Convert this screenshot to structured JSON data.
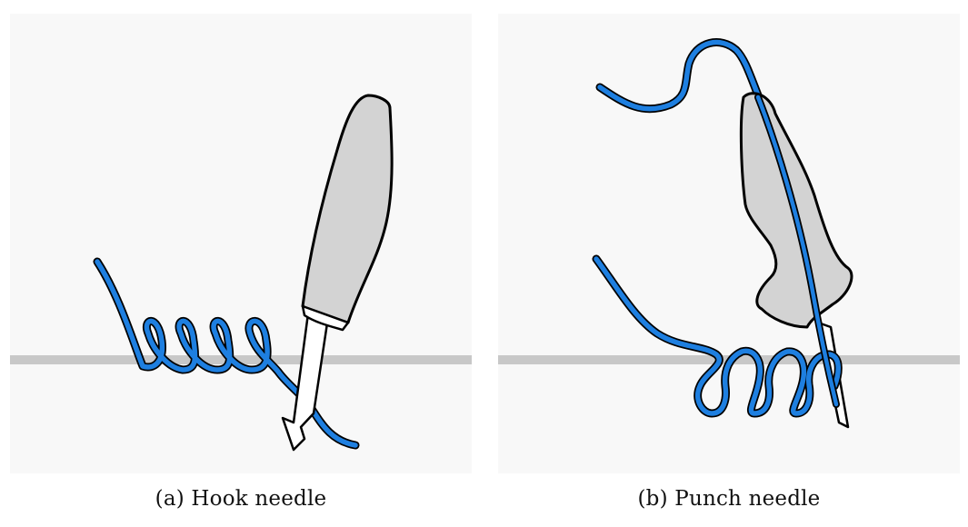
{
  "figure": {
    "panels": [
      {
        "id": "a",
        "caption": "(a) Hook needle"
      },
      {
        "id": "b",
        "caption": "(b) Punch needle"
      }
    ]
  },
  "colors": {
    "yarn": "#1e7fe0",
    "fabric": "#c8c8c8",
    "handle": "#d3d3d3",
    "background": "#f8f8f8",
    "outline": "#000000"
  }
}
